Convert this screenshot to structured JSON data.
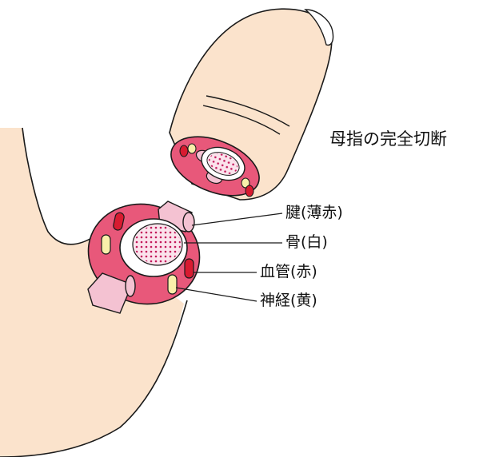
{
  "title": "母指の完全切断",
  "labels": {
    "tendon": "腱(薄赤)",
    "bone": "骨(白)",
    "vessel": "血管(赤)",
    "nerve": "神経(黄)"
  },
  "colors": {
    "skin": "#fbe3cc",
    "tissue": "#e8587a",
    "tendon": "#f4c2d2",
    "bone": "#ffffff",
    "marrow": "#c2185b",
    "vessel": "#d81b30",
    "nerve": "#f9efaa",
    "outline": "#1a1a1a"
  }
}
